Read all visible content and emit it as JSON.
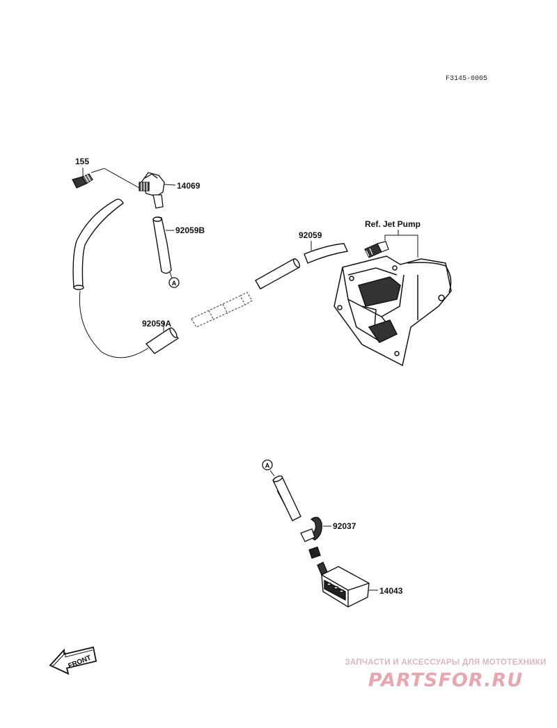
{
  "diagram_code": "F3145-0005",
  "labels": {
    "p155": "155",
    "p14069": "14069",
    "p92059B": "92059B",
    "p92059": "92059",
    "ref_jet_pump": "Ref. Jet Pump",
    "p92059A": "92059A",
    "p92037": "92037",
    "p14043": "14043"
  },
  "connectors": {
    "a_upper": "A",
    "a_lower": "A"
  },
  "front_arrow": "FRONT",
  "watermark": {
    "tagline": "ЗАПЧАСТИ И АКСЕССУАРЫ ДЛЯ МОТОТЕХНИКИ",
    "brand": "PARTSFOR.RU",
    "color": "#e8a7b0"
  }
}
